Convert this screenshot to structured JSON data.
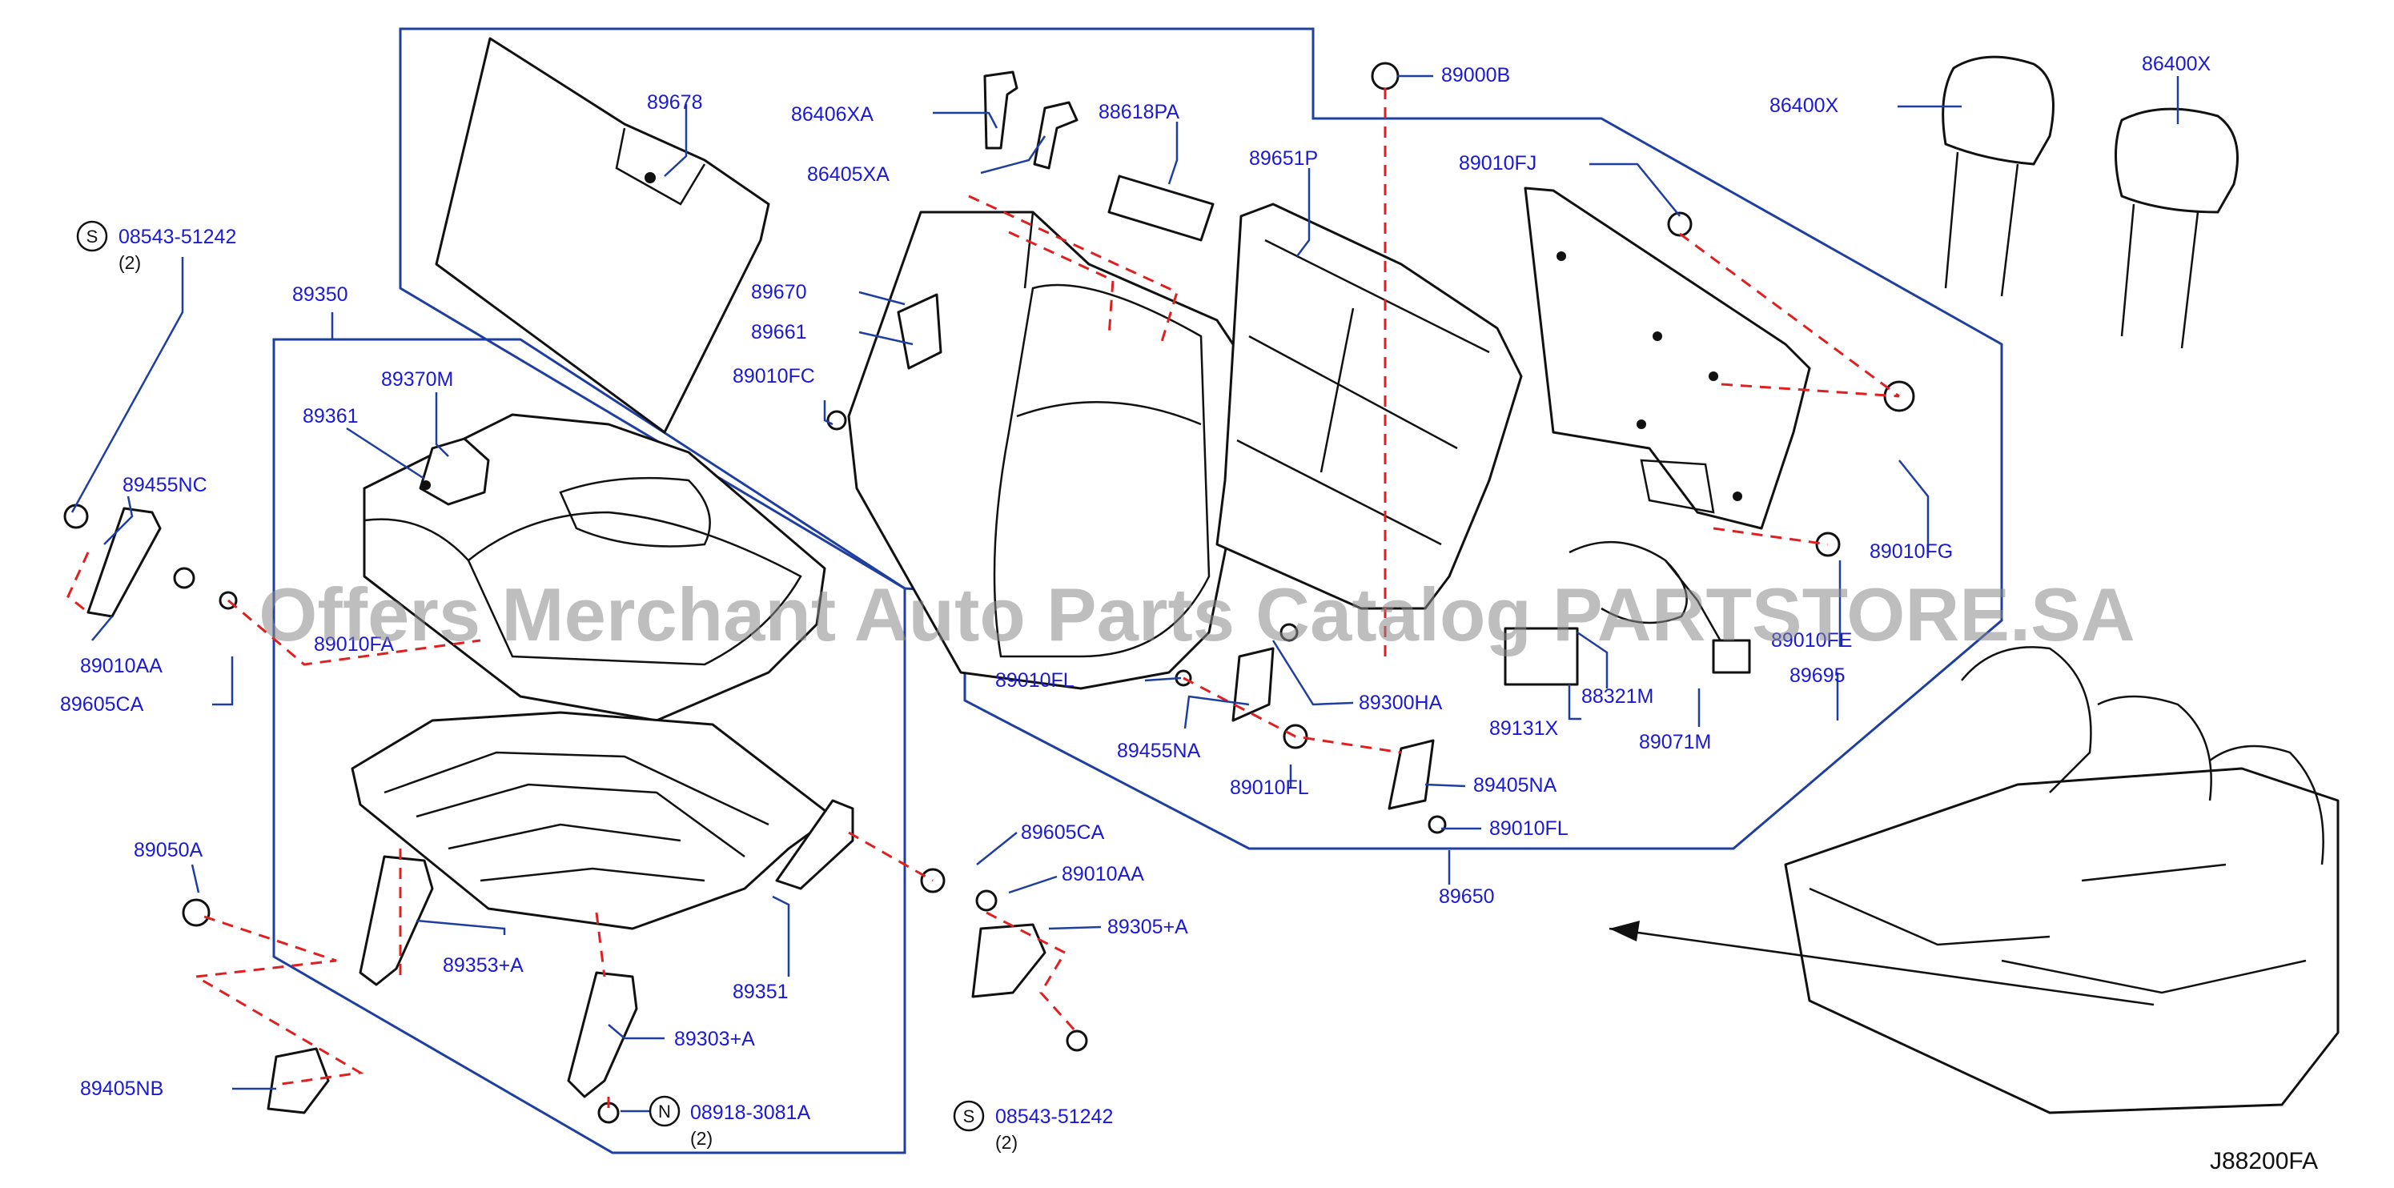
{
  "diagram": {
    "code": "J88200FA",
    "watermark": "Offers Merchant Auto Parts Catalog PARTSTORE.SA",
    "labels": {
      "p89678": "89678",
      "p86406XA": "86406XA",
      "p86405XA": "86405XA",
      "p88618PA": "88618PA",
      "p89651P": "89651P",
      "p89000B": "89000B",
      "p89010FJ": "89010FJ",
      "p86400X_a": "86400X",
      "p86400X_b": "86400X",
      "p08543_top": "08543-51242",
      "p89350": "89350",
      "p89370M": "89370M",
      "p89361": "89361",
      "p89670": "89670",
      "p89661": "89661",
      "p89010FC": "89010FC",
      "p89455NC": "89455NC",
      "p89010FA": "89010FA",
      "p89010AA_left": "89010AA",
      "p89605CA_left": "89605CA",
      "p89010FL_a": "89010FL",
      "p89300HA": "89300HA",
      "p89455NA": "89455NA",
      "p89131X": "89131X",
      "p88321M": "88321M",
      "p89071M": "89071M",
      "p89010FE": "89010FE",
      "p89695": "89695",
      "p89010FG": "89010FG",
      "p89010FL_b": "89010FL",
      "p89405NA": "89405NA",
      "p89010FL_c": "89010FL",
      "p89650": "89650",
      "p89050A": "89050A",
      "p89353A": "89353+A",
      "p89351": "89351",
      "p89605CA_right": "89605CA",
      "p89010AA_right": "89010AA",
      "p89305A": "89305+A",
      "p89303A": "89303+A",
      "p89405NB": "89405NB",
      "p08918": "08918-3081A",
      "p08543_bottom": "08543-51242"
    },
    "quantities": {
      "q_top": "(2)",
      "q_nut": "(2)",
      "q_bottom": "(2)"
    },
    "symbols": {
      "s_top": "S",
      "s_nut": "N",
      "s_bottom": "S"
    },
    "colors": {
      "label": "#1a1ad6",
      "leader": "#1f3fa0",
      "dashed_link": "#e02020",
      "outline": "#111111"
    }
  }
}
